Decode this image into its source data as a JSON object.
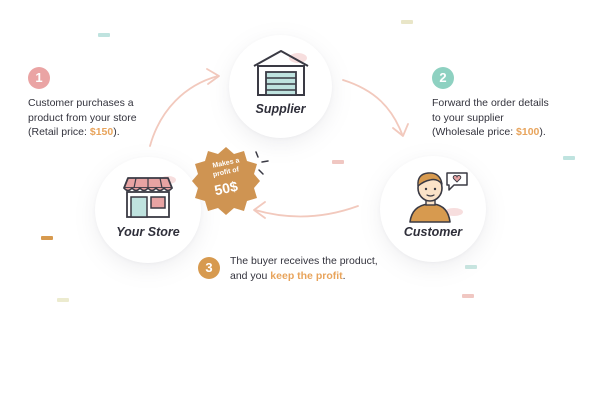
{
  "nodes": {
    "supplier_label": "Supplier",
    "store_label": "Your Store",
    "customer_label": "Customer"
  },
  "steps": [
    {
      "number": "1",
      "color": "#eaa4a4",
      "lines": [
        "Customer purchases a",
        "product from your store"
      ],
      "line3_prefix": "(Retail price: ",
      "line3_accent": "$150",
      "line3_suffix": ")."
    },
    {
      "number": "2",
      "color": "#8ed1c1",
      "lines": [
        "Forward the order details",
        "to your supplier"
      ],
      "line3_prefix": "(Wholesale price: ",
      "line3_accent": "$100",
      "line3_suffix": ")."
    },
    {
      "number": "3",
      "color": "#d79a4f",
      "line1": "The buyer receives the product,",
      "line2_prefix": "and you ",
      "line2_accent": "keep the profit",
      "line2_suffix": "."
    }
  ],
  "badge": {
    "line1": "Makes a",
    "line2": "profit of",
    "amount": "50$",
    "color": "#cf9452"
  },
  "colors": {
    "accent": "#e8a45c",
    "arrow": "#f2c9bd",
    "awning": "#e7a3a3"
  },
  "icons": {
    "supplier": "warehouse-icon",
    "store": "storefront-icon",
    "customer": "customer-person-icon",
    "heart": "heart-speech-bubble-icon"
  }
}
